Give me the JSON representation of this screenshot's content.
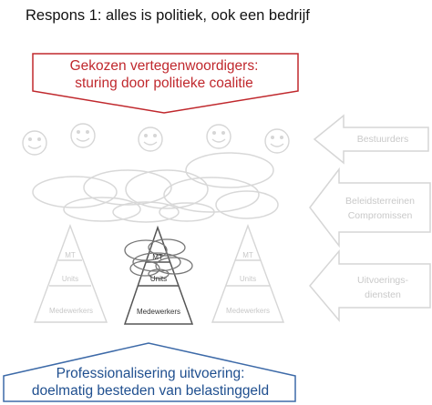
{
  "title": "Respons 1: alles is politiek, ook een bedrijf",
  "top_callout": {
    "line1": "Gekozen vertegenwoordigers:",
    "line2": "sturing door politieke coalitie",
    "color": "#c0282d"
  },
  "bottom_callout": {
    "line1": "Professionalisering uitvoering:",
    "line2": "doelmatig besteden van belastinggeld",
    "color": "#1f4f8f"
  },
  "side_arrows": {
    "bestuurders": "Bestuurders",
    "beleid_line1": "Beleidsterreinen",
    "beleid_line2": "Compromissen",
    "uitvoering_line1": "Uitvoerings-",
    "uitvoering_line2": "diensten"
  },
  "pyramids": {
    "left": {
      "mt": "MT",
      "units": "Units",
      "medewerkers": "Medewerkers"
    },
    "middle": {
      "mt": "MT",
      "units": "Units",
      "medewerkers": "Medewerkers"
    },
    "right": {
      "mt": "MT",
      "units": "Units",
      "medewerkers": "Medewerkers"
    }
  },
  "icons": [
    "smiley-icon",
    "smiley-icon",
    "smiley-icon",
    "smiley-icon",
    "smiley-icon"
  ],
  "colors": {
    "faded": "#d6d6d6",
    "dark_outline": "#555555"
  }
}
